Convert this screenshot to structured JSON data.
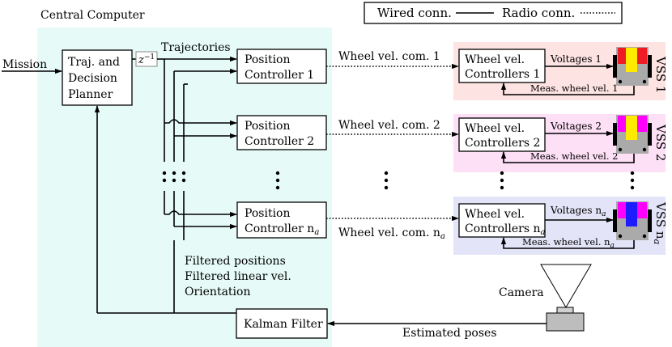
{
  "central_computer": {
    "label": "Central Computer",
    "bg": "#e6fbf7"
  },
  "legend": {
    "wired": "Wired conn.",
    "radio": "Radio conn."
  },
  "mission": "Mission",
  "planner": {
    "line1": "Traj. and",
    "line2": "Decision",
    "line3": "Planner"
  },
  "delay": "z",
  "delay_exp": "−1",
  "trajectories": "Trajectories",
  "position_controllers": [
    {
      "line1": "Position",
      "line2": "Controller 1",
      "subscript": ""
    },
    {
      "line1": "Position",
      "line2": "Controller 2",
      "subscript": ""
    },
    {
      "line1": "Position",
      "line2": "Controller n",
      "subscript": "a"
    }
  ],
  "radio_links": [
    {
      "text": "Wheel vel. com. 1",
      "subscript": ""
    },
    {
      "text": "Wheel vel. com. 2",
      "subscript": ""
    },
    {
      "text": "Wheel vel. com. n",
      "subscript": "a"
    }
  ],
  "robots": [
    {
      "panel_bg": "#fde3e2",
      "vc_line1": "Wheel vel.",
      "vc_line2": "Controllers 1",
      "vc_sub": "",
      "voltages": "Voltages 1",
      "voltages_sub": "",
      "meas": "Meas. wheel vel. 1",
      "meas_sub": "",
      "vss": "VSS 1",
      "vss_sub": "",
      "color_left": "#ee1c24",
      "color_center": "#ffea00",
      "color_right": "#ee1c24"
    },
    {
      "panel_bg": "#fde0f6",
      "vc_line1": "Wheel vel.",
      "vc_line2": "Controllers 2",
      "vc_sub": "",
      "voltages": "Voltages 2",
      "voltages_sub": "",
      "meas": "Meas. wheel vel. 2",
      "meas_sub": "",
      "vss": "VSS 2",
      "vss_sub": "",
      "color_left": "#ff00ff",
      "color_center": "#ffea00",
      "color_right": "#ff00ff"
    },
    {
      "panel_bg": "#e4e4f8",
      "vc_line1": "Wheel vel.",
      "vc_line2": "Controllers n",
      "vc_sub": "a",
      "voltages": "Voltages n",
      "voltages_sub": "a",
      "meas": "Meas. wheel vel. n",
      "meas_sub": "a",
      "vss": "VSS n",
      "vss_sub": "a",
      "color_left": "#ff00ff",
      "color_center": "#1c1cff",
      "color_right": "#ff00ff"
    }
  ],
  "filtered": {
    "line1": "Filtered positions",
    "line2": "Filtered linear vel.",
    "line3": "Orientation"
  },
  "kalman": "Kalman Filter",
  "estimated_poses": "Estimated poses",
  "camera": "Camera"
}
